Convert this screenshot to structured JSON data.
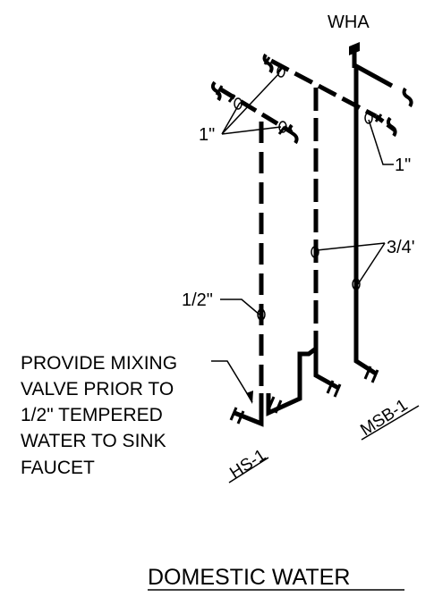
{
  "diagram": {
    "title": "DOMESTIC WATER",
    "heater_label": "WHA",
    "size_labels": {
      "left_one_inch": "1\"",
      "right_one_inch": "1\"",
      "three_quarter": "3/4'",
      "half_inch": "1/2\""
    },
    "note_lines": [
      "PROVIDE MIXING",
      "VALVE PRIOR TO",
      "1/2\" TEMPERED",
      "WATER TO SINK",
      "FAUCET"
    ],
    "fixtures": {
      "left": "HS-1",
      "right": "MSB-1"
    }
  }
}
